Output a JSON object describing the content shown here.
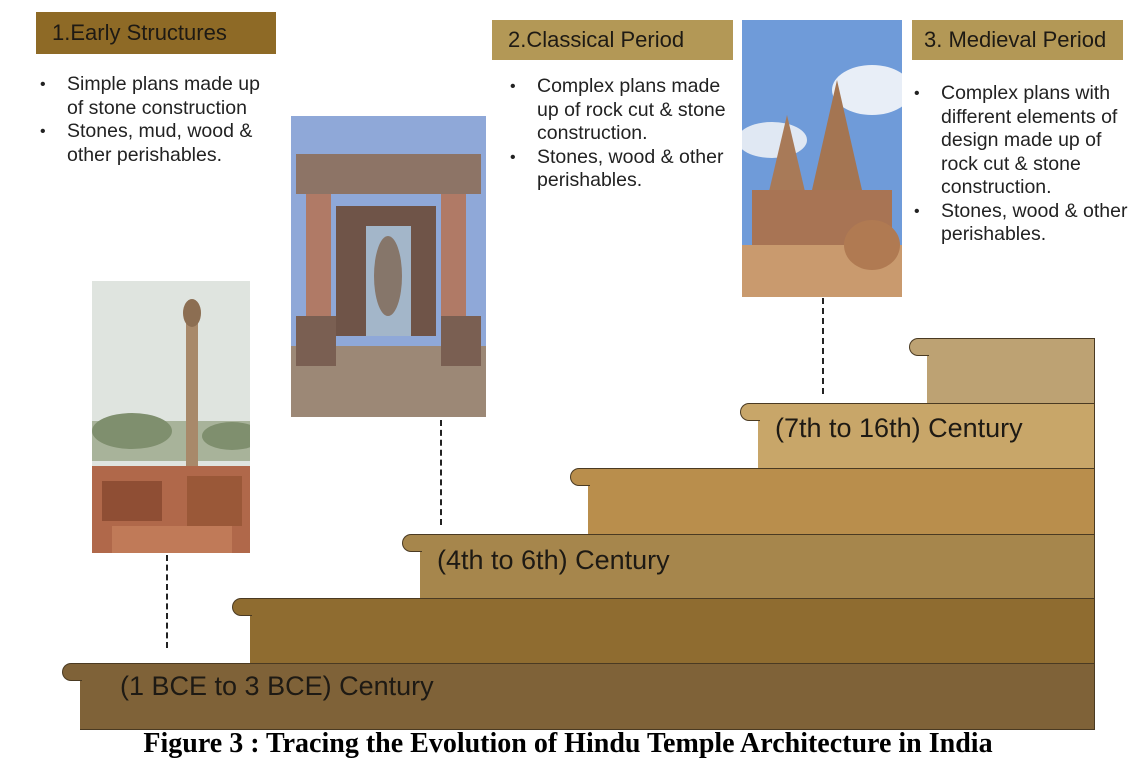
{
  "periods": [
    {
      "title": "1.Early Structures",
      "bullets": [
        "Simple plans made up of stone construction",
        "Stones, mud, wood & other perishables."
      ],
      "era": "(1 BCE to 3 BCE) Century"
    },
    {
      "title": "2.Classical Period",
      "bullets": [
        "Complex plans made up of rock cut & stone construction.",
        "Stones, wood & other perishables."
      ],
      "era": "(4th to 6th) Century"
    },
    {
      "title": "3. Medieval Period",
      "bullets": [
        "Complex plans with different elements of design made up of rock cut & stone construction.",
        "Stones, wood & other perishables."
      ],
      "era": "(7th to 16th) Century"
    }
  ],
  "caption": "Figure 3 : Tracing the Evolution of Hindu Temple Architecture in India",
  "colors": {
    "header1": "#8e6a26",
    "header23": "#b39856",
    "step1": "#7f6238",
    "step2": "#8f6c30",
    "step3": "#a6864c",
    "step4": "#b98e4c",
    "step5": "#c8a669",
    "step6": "#bda273"
  }
}
